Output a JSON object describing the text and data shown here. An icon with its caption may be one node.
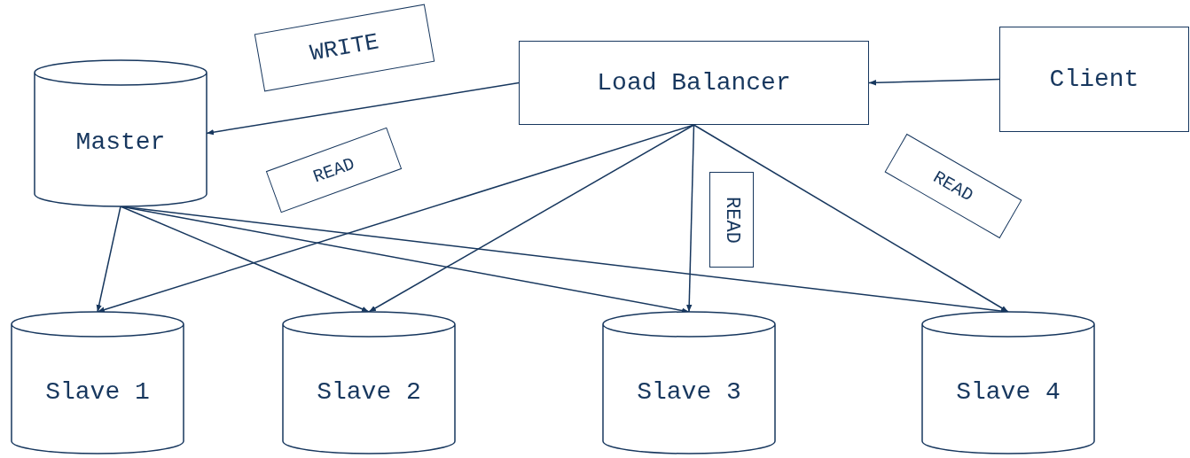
{
  "diagram": {
    "nodes": [
      {
        "text": [
          "WRITE"
        ]
      },
      {
        "text": [
          "Load Balancer"
        ]
      },
      {
        "text": [
          "Client"
        ]
      },
      {
        "text": [
          "Master"
        ]
      },
      {
        "text": [
          "READ"
        ]
      },
      {
        "text": [
          "READ"
        ]
      },
      {
        "text": [
          "READ"
        ]
      },
      {
        "text": [
          "Slave 1"
        ]
      },
      {
        "text": [
          "Slave 2"
        ]
      },
      {
        "text": [
          "Slave 3"
        ]
      },
      {
        "text": [
          "Slave 4"
        ]
      }
    ],
    "edges": [
      {
        "from": 2,
        "to": 1,
        "arrow": "to"
      },
      {
        "from": 1,
        "to": 3,
        "arrow": "to"
      },
      {
        "from": 1,
        "to": 7,
        "arrow": "to"
      },
      {
        "from": 1,
        "to": 8,
        "arrow": "to"
      },
      {
        "from": 1,
        "to": 9,
        "arrow": "to"
      },
      {
        "from": 1,
        "to": 10,
        "arrow": "to"
      },
      {
        "from": 3,
        "to": 7,
        "arrow": "to"
      },
      {
        "from": 3,
        "to": 8,
        "arrow": "to"
      },
      {
        "from": 3,
        "to": 9,
        "arrow": "to"
      },
      {
        "from": 3,
        "to": 10,
        "arrow": "to"
      }
    ]
  }
}
